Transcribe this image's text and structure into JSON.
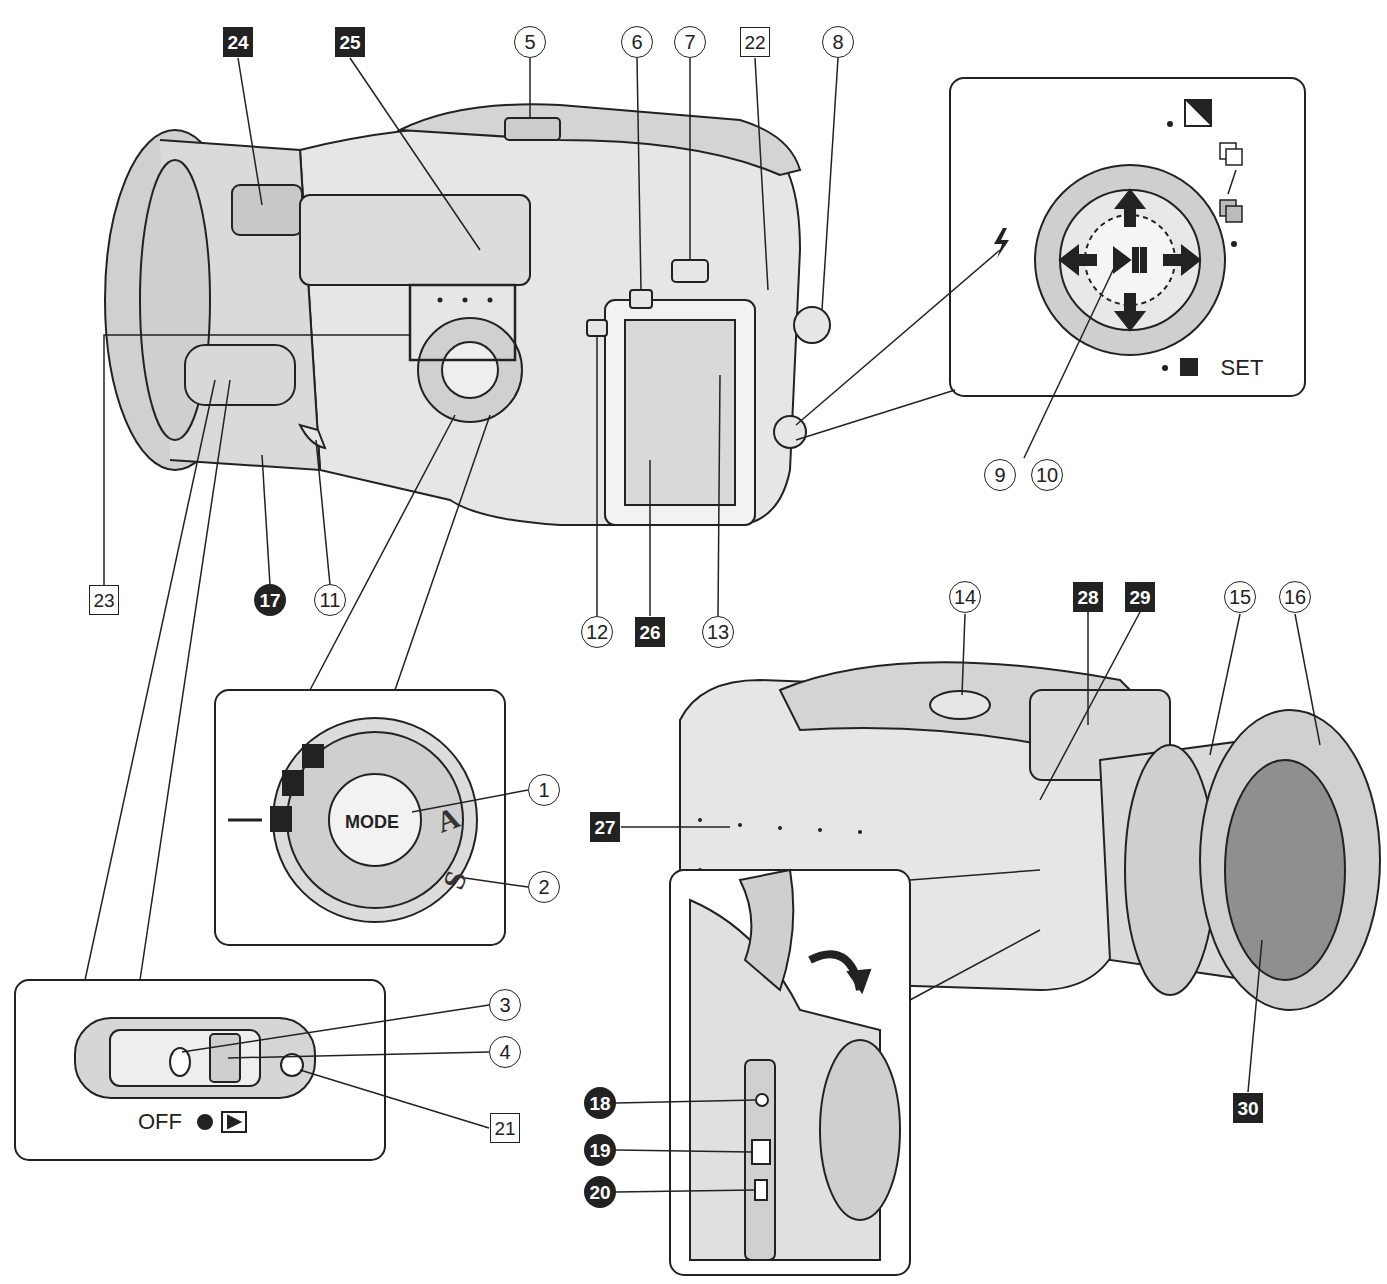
{
  "diagram": {
    "labels": [
      "24",
      "25",
      "5",
      "6",
      "7",
      "22",
      "8",
      "SET",
      "9",
      "10",
      "23",
      "17",
      "11",
      "12",
      "26",
      "13",
      "14",
      "28",
      "29",
      "15",
      "16",
      "MODE",
      "A",
      "1",
      "S",
      "2",
      "27",
      "3",
      "4",
      "21",
      "OFF",
      "18",
      "30",
      "19",
      "20"
    ]
  }
}
